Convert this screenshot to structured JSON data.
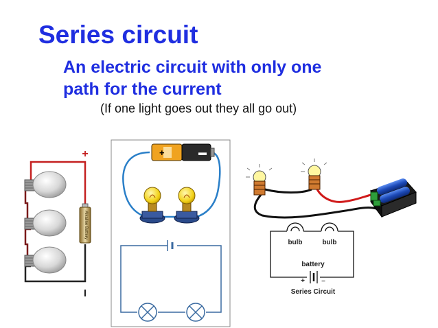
{
  "slide": {
    "title": "Series circuit",
    "subtitle_line1": "An electric circuit with only one",
    "subtitle_line2": "path for the current",
    "note": "(If one light goes out they all go out)"
  },
  "left_diagram": {
    "plus_sign": "+",
    "minus_sign": "I",
    "battery_text": "Alkaline Battery",
    "bulb_count": 3
  },
  "right_diagram": {
    "bulb_label_1": "bulb",
    "bulb_label_2": "bulb",
    "battery_label": "battery",
    "plus_sign": "+",
    "minus_sign": "–",
    "caption": "Series Circuit"
  },
  "colors": {
    "title": "#1f2ee0",
    "wire_red": "#cc2020",
    "wire_blue": "#2a7fc8",
    "battery_green": "#2e9e3a",
    "battery_blue": "#1d4ab8"
  }
}
